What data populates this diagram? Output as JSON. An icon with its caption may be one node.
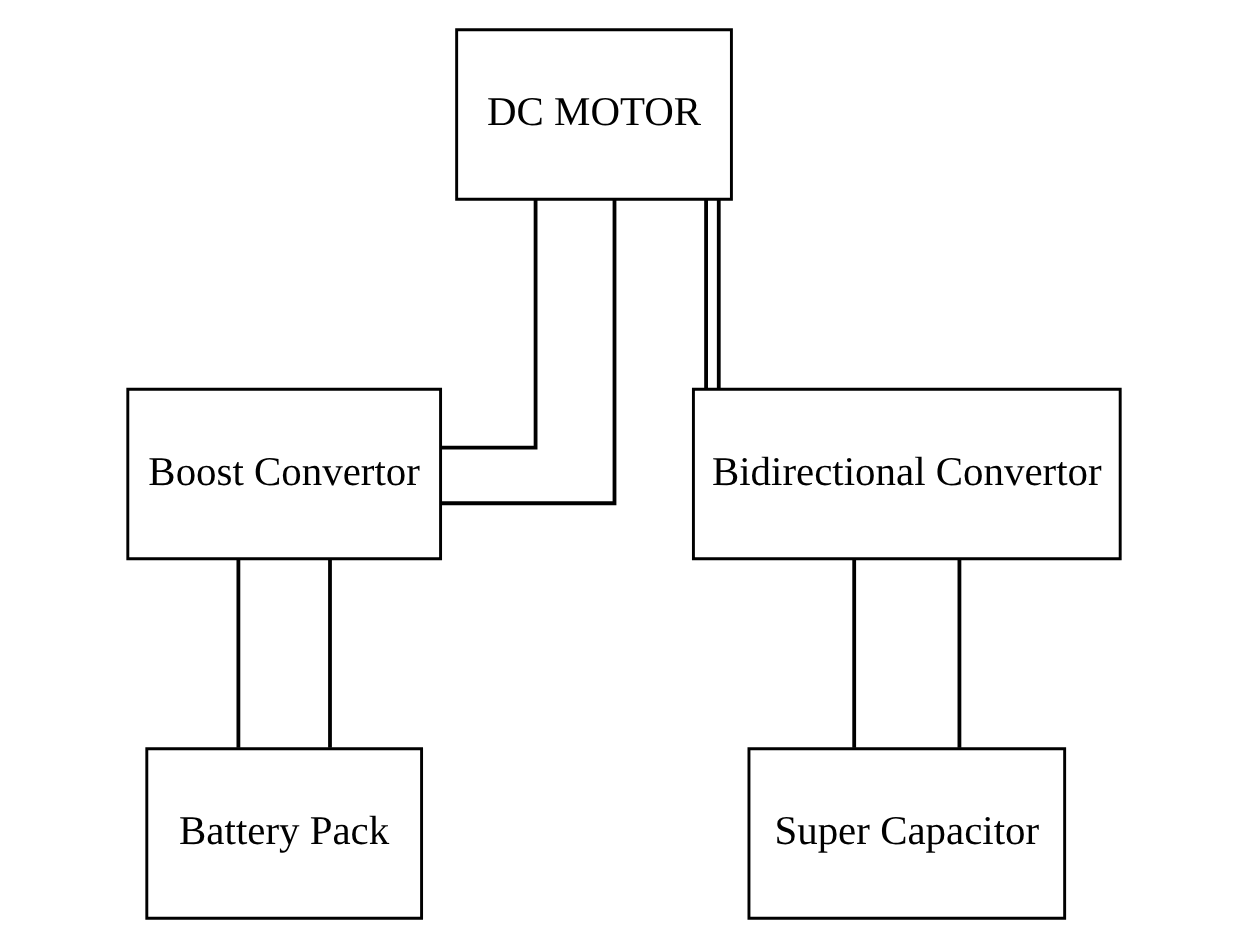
{
  "diagram": {
    "nodes": [
      {
        "text": [
          "DC MOTOR"
        ]
      },
      {
        "text": [
          "Boost Convertor"
        ]
      },
      {
        "text": [
          "Bidirectional Convertor"
        ]
      },
      {
        "text": [
          "Battery Pack"
        ]
      },
      {
        "text": [
          "Super Capacitor"
        ]
      }
    ],
    "edges": [
      {
        "from": 0,
        "to": 1,
        "arrow": "none"
      },
      {
        "from": 0,
        "to": 2,
        "arrow": "none"
      },
      {
        "from": 0,
        "to": 1,
        "arrow": "none"
      },
      {
        "from": 0,
        "to": 2,
        "arrow": "none"
      },
      {
        "from": 1,
        "to": 3,
        "arrow": "none"
      },
      {
        "from": 1,
        "to": 3,
        "arrow": "none"
      },
      {
        "from": 2,
        "to": 4,
        "arrow": "none"
      },
      {
        "from": 2,
        "to": 4,
        "arrow": "none"
      }
    ]
  }
}
